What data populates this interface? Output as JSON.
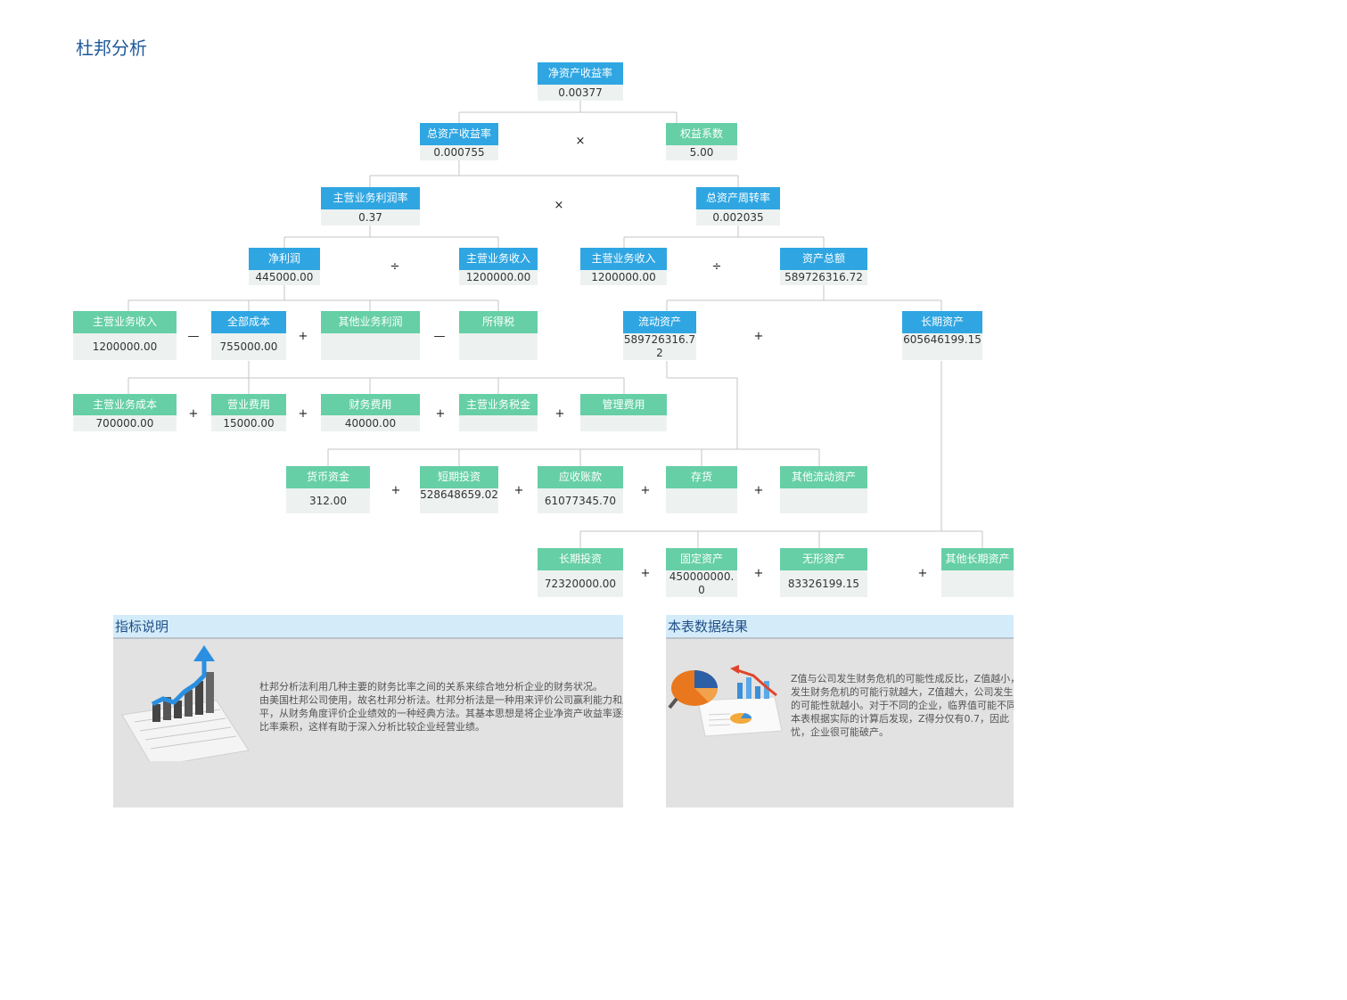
{
  "title": "杜邦分析",
  "colors": {
    "blue": "#2fa6e2",
    "green": "#66cfa6",
    "value_bg": "#edf2f1",
    "panel_header": "#d4ecfa",
    "panel_body": "#e2e2e2",
    "title": "#1f5a9a"
  },
  "nodes": {
    "roe": {
      "label": "净资产收益率",
      "value": "0.00377"
    },
    "roa": {
      "label": "总资产收益率",
      "value": "0.000755"
    },
    "equity_multiplier": {
      "label": "权益系数",
      "value": "5.00"
    },
    "profit_margin": {
      "label": "主营业务利润率",
      "value": "0.37"
    },
    "asset_turnover": {
      "label": "总资产周转率",
      "value": "0.002035"
    },
    "net_profit": {
      "label": "净利润",
      "value": "445000.00"
    },
    "revenue_a": {
      "label": "主营业务收入",
      "value": "1200000.00"
    },
    "revenue_b": {
      "label": "主营业务收入",
      "value": "1200000.00"
    },
    "total_assets": {
      "label": "资产总额",
      "value": "589726316.72"
    },
    "revenue_c": {
      "label": "主营业务收入",
      "value": "1200000.00"
    },
    "total_cost": {
      "label": "全部成本",
      "value": "755000.00"
    },
    "other_profit": {
      "label": "其他业务利润",
      "value": ""
    },
    "income_tax": {
      "label": "所得税",
      "value": ""
    },
    "current_assets": {
      "label": "流动资产",
      "value": "589726316.72"
    },
    "longterm_assets": {
      "label": "长期资产",
      "value": "605646199.15"
    },
    "cost_of_sales": {
      "label": "主营业务成本",
      "value": "700000.00"
    },
    "operating_expense": {
      "label": "营业费用",
      "value": "15000.00"
    },
    "financial_expense": {
      "label": "财务费用",
      "value": "40000.00"
    },
    "business_tax": {
      "label": "主营业务税金",
      "value": ""
    },
    "admin_expense": {
      "label": "管理费用",
      "value": ""
    },
    "cash": {
      "label": "货币资金",
      "value": "312.00"
    },
    "short_investment": {
      "label": "短期投资",
      "value": "528648659.02"
    },
    "receivables": {
      "label": "应收账款",
      "value": "61077345.70"
    },
    "inventory": {
      "label": "存货",
      "value": ""
    },
    "other_current": {
      "label": "其他流动资产",
      "value": ""
    },
    "long_investment": {
      "label": "长期投资",
      "value": "72320000.00"
    },
    "fixed_assets": {
      "label": "固定资产",
      "value": "450000000.0"
    },
    "intangible": {
      "label": "无形资产",
      "value": "83326199.15"
    },
    "other_longterm": {
      "label": "其他长期资产",
      "value": ""
    }
  },
  "operators": {
    "times": "×",
    "divide": "÷",
    "minus": "—",
    "plus": "+"
  },
  "panels": {
    "indicator": {
      "title": "指标说明",
      "lines": [
        "    杜邦分析法利用几种主要的财务比率之间的关系来综合地分析企业的财务状况。",
        "由美国杜邦公司使用，故名杜邦分析法。杜邦分析法是一种用来评价公司赢利能力和股东权益回报水",
        "平，从财务角度评价企业绩效的一种经典方法。其基本思想是将企业净资产收益率逐级分解为多项财务",
        "比率乘积，这样有助于深入分析比较企业经营业绩。"
      ]
    },
    "result": {
      "title": "本表数据结果",
      "lines": [
        "    Z值与公司发生财务危机的可能性成反比，Z值越小，",
        "发生财务危机的可能行就越大，Z值越大，公司发生",
        "的可能性就越小。对于不同的企业，临界值可能不同。",
        "本表根据实际的计算后发现，Z得分仅有0.7，因此",
        "忧，企业很可能破产。"
      ]
    }
  }
}
